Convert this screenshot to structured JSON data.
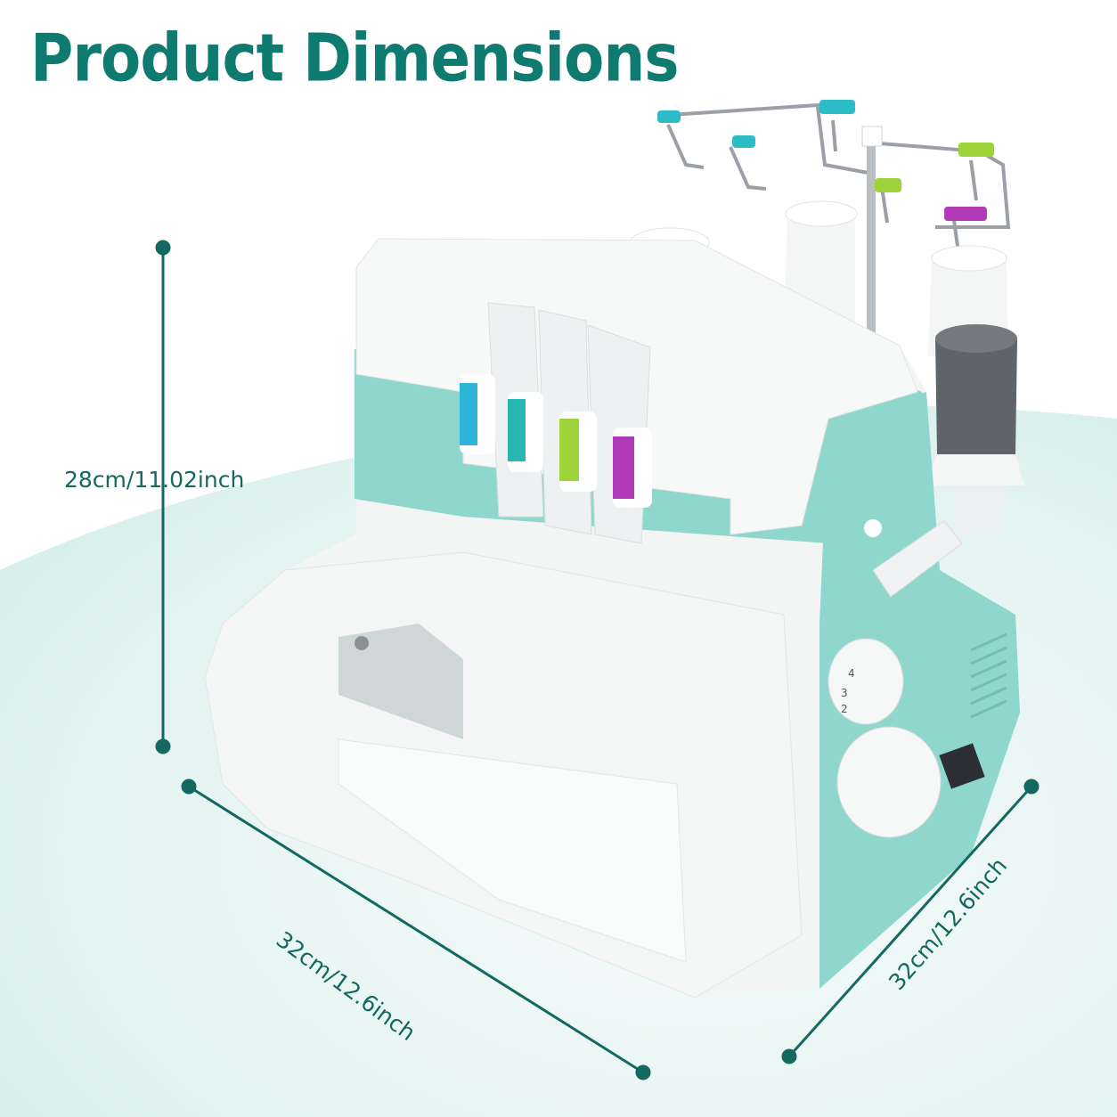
{
  "title": "Product Dimensions",
  "dimensions": {
    "height": "28cm/11.02inch",
    "width": "32cm/12.6inch",
    "depth": "32cm/12.6inch"
  },
  "colors": {
    "accent": "#0f7a70",
    "dimension_line": "#13695f",
    "machine_body": "#f3f5f5",
    "machine_accent": "#8fd6cc",
    "floor": "#e6f5f3"
  },
  "dial_numbers": [
    "4",
    "3",
    "2"
  ]
}
